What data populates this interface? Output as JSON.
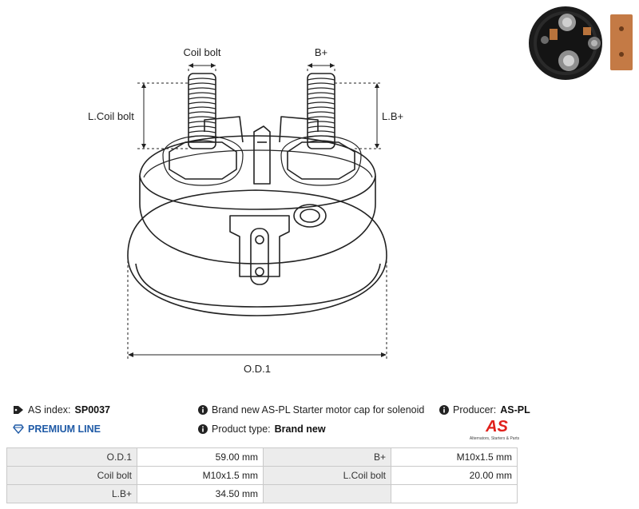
{
  "drawing": {
    "labels": {
      "coil_bolt": "Coil bolt",
      "b_plus": "B+",
      "l_coil_bolt": "L.Coil bolt",
      "l_b_plus": "L.B+",
      "od1": "O.D.1"
    }
  },
  "info": {
    "as_index_label": "AS index:",
    "as_index_value": "SP0037",
    "premium_line": "PREMIUM LINE",
    "description": "Brand new AS-PL Starter motor cap for solenoid",
    "product_type_label": "Product type:",
    "product_type_value": "Brand new",
    "producer_label": "Producer:",
    "producer_value": "AS-PL",
    "logo_text": "AS",
    "logo_tagline": "Alternators, Starters & Parts"
  },
  "specs": [
    {
      "k1": "O.D.1",
      "v1": "59.00 mm",
      "k2": "B+",
      "v2": "M10x1.5 mm"
    },
    {
      "k1": "Coil bolt",
      "v1": "M10x1.5 mm",
      "k2": "L.Coil bolt",
      "v2": "20.00 mm"
    },
    {
      "k1": "L.B+",
      "v1": "34.50 mm",
      "k2": "",
      "v2": ""
    }
  ],
  "colors": {
    "accent_blue": "#1f5aa6",
    "logo_red": "#e0201b",
    "table_key_bg": "#ececec"
  }
}
